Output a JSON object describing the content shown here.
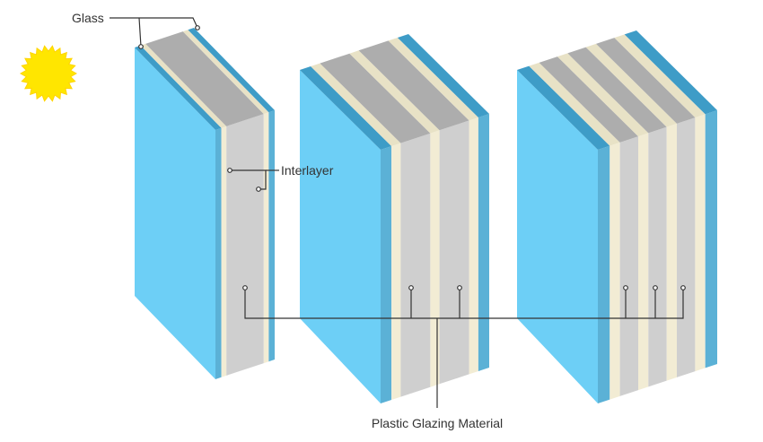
{
  "labels": {
    "glass": "Glass",
    "interlayer": "Interlayer",
    "plastic": "Plastic Glazing Material"
  },
  "icons": {
    "sun": "sun-icon"
  },
  "colors": {
    "glass_face": "#6dcff6",
    "glass_edge": "#5bb1d6",
    "glass_dark": "#3e9cc7",
    "interlayer_face": "#f2ecd4",
    "interlayer_top": "#e8e2c6",
    "plastic_face": "#cfcfcf",
    "plastic_top": "#adadad",
    "sun": "#ffe600"
  },
  "panels": [
    {
      "name": "panel-1",
      "layers": [
        "glass",
        "interlayer",
        "plastic",
        "interlayer",
        "glass"
      ]
    },
    {
      "name": "panel-2",
      "layers": [
        "glass",
        "interlayer",
        "plastic",
        "interlayer",
        "plastic",
        "interlayer",
        "glass"
      ]
    },
    {
      "name": "panel-3",
      "layers": [
        "glass",
        "interlayer",
        "plastic",
        "interlayer",
        "plastic",
        "interlayer",
        "plastic",
        "interlayer",
        "glass"
      ]
    }
  ]
}
